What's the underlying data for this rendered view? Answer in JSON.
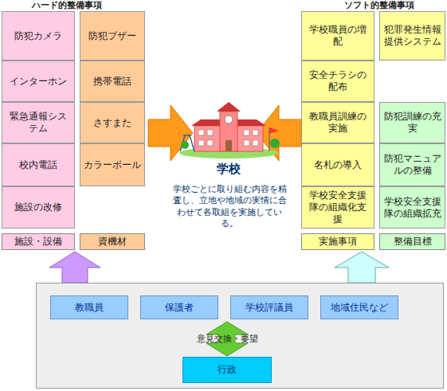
{
  "diagram": {
    "nodes": [
      {
        "text": [
          "防犯カメラ"
        ]
      },
      {
        "text": [
          "インターホン"
        ]
      },
      {
        "text": [
          "緊急通報システム"
        ]
      },
      {
        "text": [
          "校内電話"
        ]
      },
      {
        "text": [
          "施設の改修"
        ]
      },
      {
        "text": [
          "施設・設備"
        ]
      },
      {
        "text": [
          "防犯ブザー"
        ]
      },
      {
        "text": [
          "携帯電話"
        ]
      },
      {
        "text": [
          "さすまた"
        ]
      },
      {
        "text": [
          "カラーボール"
        ]
      },
      {
        "text": [
          "資機材"
        ]
      },
      {
        "text": [
          "学校職員の増配"
        ]
      },
      {
        "text": [
          "安全チラシの配布"
        ]
      },
      {
        "text": [
          "教職員訓練の実施"
        ]
      },
      {
        "text": [
          "名札の導入"
        ]
      },
      {
        "text": [
          "学校安全支援隊の組織化支援"
        ]
      },
      {
        "text": [
          "実施事項"
        ]
      },
      {
        "text": [
          "犯罪発生情報提供システム"
        ]
      },
      {
        "text": [
          "防犯訓練の充実"
        ]
      },
      {
        "text": [
          "防犯マニュアルの整備"
        ]
      },
      {
        "text": [
          "学校安全支援隊の組織拡充"
        ]
      },
      {
        "text": [
          "整備目標"
        ]
      },
      {
        "text": [
          "意見交換・要望"
        ]
      },
      {
        "text": [
          "教職員"
        ],
        "in": 22
      },
      {
        "text": [
          "保護者"
        ],
        "in": 22
      },
      {
        "text": [
          "学校評議員"
        ],
        "in": 22
      },
      {
        "text": [
          "地域住民など"
        ],
        "in": 22
      },
      {
        "text": [
          "行政"
        ],
        "in": 22
      }
    ],
    "labels": [
      "ハード的整備事項",
      "ソフト的整備事項",
      "学校",
      "学校ごとに取り組む内容を精査し、立地や地域の実情に合わせて各取組を実施している。"
    ]
  }
}
